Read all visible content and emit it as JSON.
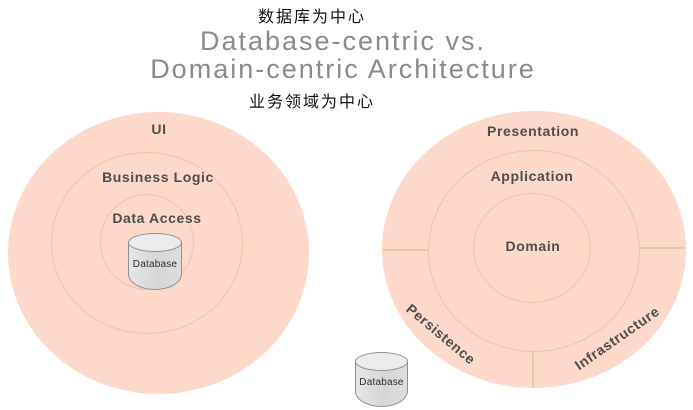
{
  "header": {
    "top_cn": "数据库为中心",
    "title_line1": "Database-centric vs.",
    "title_line2": "Domain-centric Architecture",
    "bottom_cn": "业务领域为中心"
  },
  "left_diagram": {
    "name": "Database-centric",
    "rings": [
      "UI",
      "Business Logic",
      "Data Access"
    ],
    "center_item": "Database"
  },
  "right_diagram": {
    "name": "Domain-centric",
    "rings": [
      "Presentation",
      "Application",
      "Domain"
    ],
    "sectors": [
      "Persistence",
      "Infrastructure"
    ],
    "external_item": "Database"
  },
  "colors": {
    "circle_fill": "#fcd9cb",
    "ring_stroke": "#f5c1a7",
    "label_text": "#4d4d4d",
    "title_text": "#8a8a8a",
    "cn_text": "#111111",
    "cyl_body": "#dcdcdc",
    "cyl_stroke": "#8f8f8f"
  }
}
